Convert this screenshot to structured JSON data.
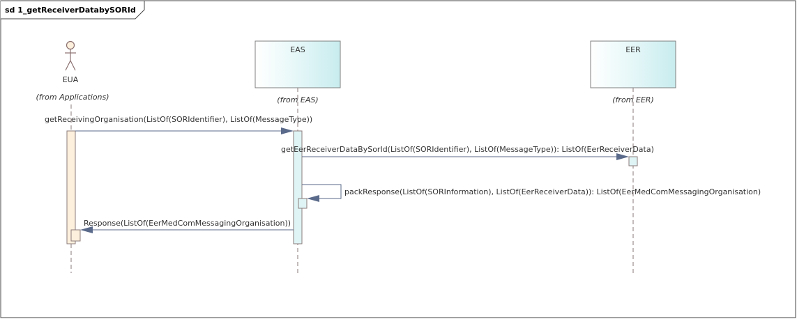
{
  "frame": {
    "title": "sd 1_getReceiverDatabySORId"
  },
  "lifelines": [
    {
      "id": "eua",
      "kind": "actor",
      "name": "EUA",
      "stereotype": "(from Applications)",
      "fill": "#fdf0dc"
    },
    {
      "id": "eas",
      "kind": "component",
      "name": "EAS",
      "stereotype": "(from EAS)",
      "fill": "#dff4f5"
    },
    {
      "id": "eer",
      "kind": "component",
      "name": "EER",
      "stereotype": "(from EER)",
      "fill": "#dff4f5"
    }
  ],
  "messages": [
    {
      "id": "m1",
      "from": "eua",
      "to": "eas",
      "type": "sync",
      "label": "getReceivingOrganisation(ListOf(SORIdentifier), ListOf(MessageType))"
    },
    {
      "id": "m2",
      "from": "eas",
      "to": "eer",
      "type": "sync",
      "label": "getEerReceiverDataBySorId(ListOf(SORIdentifier), ListOf(MessageType)): ListOf(EerReceiverData)"
    },
    {
      "id": "m3",
      "from": "eas",
      "to": "eas",
      "type": "self",
      "label": "packResponse(ListOf(SORInformation), ListOf(EerReceiverData)): ListOf(EerMedComMessagingOrganisation)"
    },
    {
      "id": "m4",
      "from": "eas",
      "to": "eua",
      "type": "sync",
      "label": "Response(ListOf(EerMedComMessagingOrganisation))"
    }
  ],
  "colors": {
    "line": "#8a7a7a",
    "arrow": "#5a6a8a",
    "box_border": "#7f7f7f",
    "actor_fill": "#fdf0dc",
    "component_fill": "#dff4f5"
  }
}
